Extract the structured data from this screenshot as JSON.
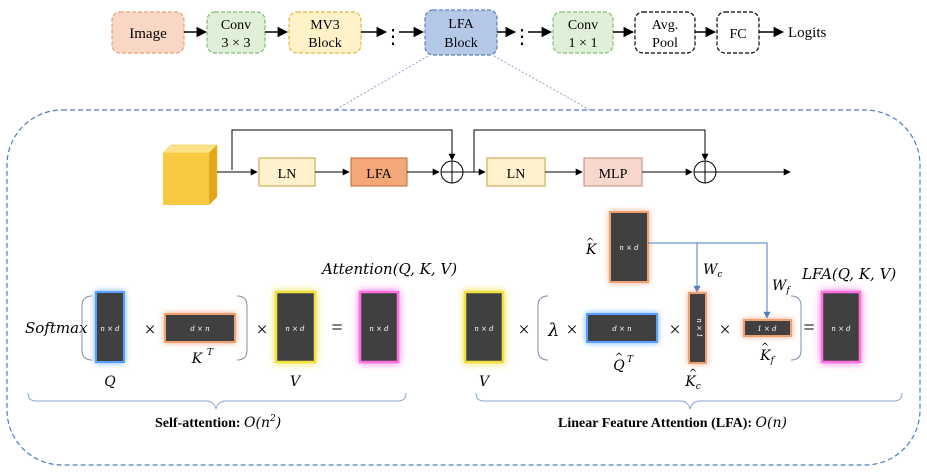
{
  "pipeline": {
    "image": "Image",
    "conv3": [
      "Conv",
      "3 × 3"
    ],
    "mv3": [
      "MV3",
      "Block"
    ],
    "lfa": [
      "LFA",
      "Block"
    ],
    "conv1": [
      "Conv",
      "1 × 1"
    ],
    "pool": [
      "Avg.",
      "Pool"
    ],
    "fc": "FC",
    "logits": "Logits",
    "ellipsis": "⋮"
  },
  "block": {
    "ln1": "LN",
    "lfa": "LFA",
    "ln2": "LN",
    "mlp": "MLP",
    "plus": "+"
  },
  "self_attention": {
    "softmax": "Softmax",
    "q_dim": "n × d",
    "k_dim": "d × n",
    "v_dim": "n × d",
    "out_dim": "n × d",
    "q_label": "Q",
    "k_label": "K",
    "k_sup": "T",
    "v_label": "V",
    "attention_label": "Attention(Q, K, V)",
    "times": "×",
    "equals": "=",
    "caption_bold": "Self-attention: ",
    "caption_math": "O(n",
    "caption_sup": "2",
    "caption_close": ")"
  },
  "linear_attention": {
    "khat_dim": "n × d",
    "khat_label": "K",
    "v_dim": "n × d",
    "v_label": "V",
    "lambda": "λ",
    "qhat_dim": "d × n",
    "qhat_label": "Q",
    "qhat_sup": "T",
    "kc_dim": "n × 1",
    "kc_label": "K",
    "kc_sub": "c",
    "kf_dim": "1 × d",
    "kf_label": "K",
    "kf_sub": "f",
    "wc_label": "W",
    "wc_sub": "c",
    "wf_label": "W",
    "wf_sub": "f",
    "out_dim": "n × d",
    "lfa_label": "LFA(Q, K, V)",
    "times": "×",
    "equals": "=",
    "caption_bold": "Linear Feature Attention (LFA): ",
    "caption_math": "O(n)"
  },
  "colors": {
    "image_fill": "#f8d8c4",
    "image_stroke": "#e8a070",
    "conv_fill": "#e0f0d8",
    "conv_stroke": "#88b878",
    "mv3_fill": "#fff2c8",
    "mv3_stroke": "#e0b840",
    "lfa_fill": "#b4c8e8",
    "lfa_stroke": "#5a7fbf",
    "ln_fill": "#fff2cc",
    "ln_stroke": "#c8a040",
    "lfa_op_fill": "#f4a878",
    "lfa_op_stroke": "#c06830",
    "mlp_fill": "#f8d8cc",
    "mlp_stroke": "#c08870",
    "matrix": "#404040",
    "glow_blue": "#5aa0ff",
    "glow_orange": "#f0a070",
    "glow_yellow": "#f0e040",
    "glow_pink": "#ff70e0",
    "dashed_frame": "#4a7ec2",
    "cube": "#f8c840"
  }
}
